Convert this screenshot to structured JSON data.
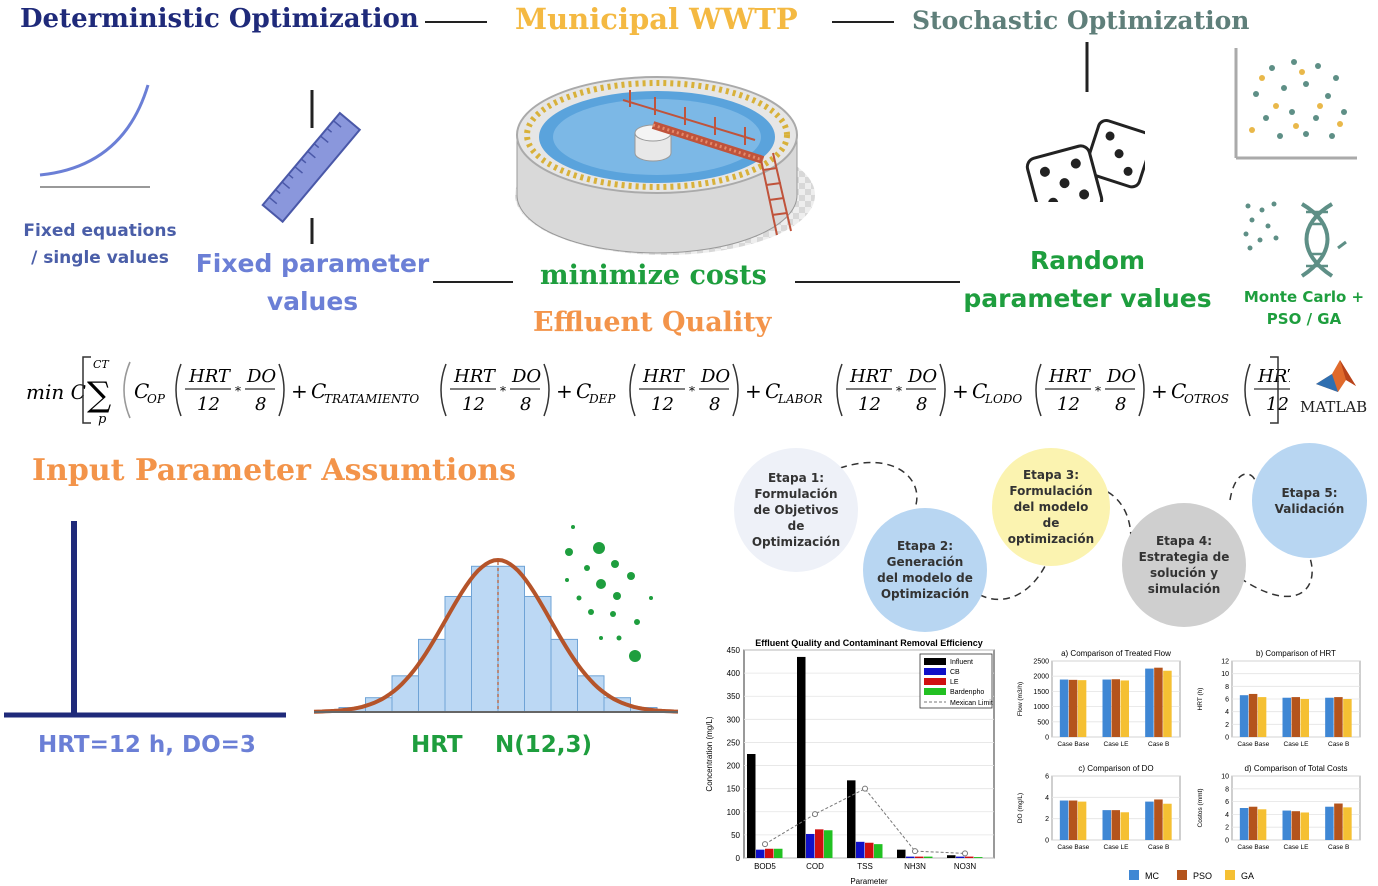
{
  "header": {
    "deterministic": "Deterministic Optimization",
    "municipal": "Municipal WWTP",
    "stochastic": "Stochastic Optimization"
  },
  "colors": {
    "navy": "#1f2a7a",
    "orange": "#f4b942",
    "slate": "#5f7f7a",
    "green": "#1e9e3e",
    "blue": "#6b7fd6",
    "brown": "#b5542a"
  },
  "left": {
    "fixed_eq_line1": "Fixed equations",
    "fixed_eq_line2": "/ single values",
    "fixed_param_line1": "Fixed parameter",
    "fixed_param_line2": "values"
  },
  "center": {
    "minimize": "minimize costs",
    "effluent": "Effluent Quality"
  },
  "right": {
    "random_line1": "Random",
    "random_line2": "parameter values",
    "mc_line1": "Monte Carlo +",
    "mc_line2": "PSO / GA"
  },
  "equation": {
    "min_c": "min C",
    "sum_top": "CT",
    "sum_bottom": "p",
    "frac_hrt": "HRT",
    "frac_12": "12",
    "frac_do": "DO",
    "frac_8": "8",
    "terms": [
      {
        "c": "C",
        "sub": "OP"
      },
      {
        "c": "C",
        "sub": "TRATAMIENTO"
      },
      {
        "c": "C",
        "sub": "DEP"
      },
      {
        "c": "C",
        "sub": "LABOR"
      },
      {
        "c": "C",
        "sub": "LODO"
      },
      {
        "c": "C",
        "sub": "OTROS"
      }
    ],
    "matlab": "MATLAB"
  },
  "input": {
    "title": "Input Parameter Assumtions",
    "fixed_label": "HRT=12 h, DO=3",
    "hrt": "HRT",
    "normal": "N(12,3)"
  },
  "stages": [
    {
      "text": "Etapa 1:\nFormulación\nde Objetivos\nde\nOptimización"
    },
    {
      "text": "Etapa 2:\nGeneración\ndel modelo de\nOptimización"
    },
    {
      "text": "Etapa 3:\nFormulación\ndel modelo\nde\noptimización"
    },
    {
      "text": "Etapa 4:\nEstrategia de\nsolución y\nsimulación"
    },
    {
      "text": "Etapa 5:\nValidación"
    }
  ],
  "chart_data": [
    {
      "type": "bar",
      "title": "Effluent Quality and Contaminant Removal Efficiency",
      "xlabel": "Parameter",
      "ylabel": "Concentration (mg/L)",
      "ylim": [
        0,
        450
      ],
      "yticks": [
        0,
        50,
        100,
        150,
        200,
        250,
        300,
        350,
        400,
        450
      ],
      "categories": [
        "BOD5",
        "COD",
        "TSS",
        "NH3N",
        "NO3N"
      ],
      "series": [
        {
          "name": "Influent",
          "color": "#000000",
          "values": [
            225,
            435,
            168,
            18,
            6
          ]
        },
        {
          "name": "CB",
          "color": "#1010c8",
          "values": [
            18,
            52,
            35,
            3,
            3
          ]
        },
        {
          "name": "LE",
          "color": "#d01010",
          "values": [
            20,
            62,
            33,
            3,
            3
          ]
        },
        {
          "name": "Bardenpho",
          "color": "#22c022",
          "values": [
            20,
            60,
            30,
            3,
            2
          ]
        }
      ],
      "line": {
        "name": "Mexican Limit",
        "values": [
          30,
          95,
          150,
          15,
          10
        ]
      },
      "legend": "top-right"
    },
    {
      "type": "bar",
      "title": "a) Comparison of Treated Flow",
      "ylabel": "Flow (m3/h)",
      "ylim": [
        0,
        2500
      ],
      "yticks": [
        0,
        500,
        1000,
        1500,
        2000,
        2500
      ],
      "categories": [
        "Case Base",
        "Case LE",
        "Case B"
      ],
      "series": [
        {
          "name": "MC",
          "values": [
            1890,
            1890,
            2250
          ]
        },
        {
          "name": "PSO",
          "values": [
            1880,
            1900,
            2280
          ]
        },
        {
          "name": "GA",
          "values": [
            1870,
            1860,
            2180
          ]
        }
      ]
    },
    {
      "type": "bar",
      "title": "b) Comparison of HRT",
      "ylabel": "HRT (h)",
      "ylim": [
        0,
        12
      ],
      "yticks": [
        0,
        2,
        4,
        6,
        8,
        10,
        12
      ],
      "categories": [
        "Case Base",
        "Case LE",
        "Case B"
      ],
      "series": [
        {
          "name": "MC",
          "values": [
            6.6,
            6.2,
            6.2
          ]
        },
        {
          "name": "PSO",
          "values": [
            6.8,
            6.3,
            6.3
          ]
        },
        {
          "name": "GA",
          "values": [
            6.3,
            6.0,
            6.0
          ]
        }
      ]
    },
    {
      "type": "bar",
      "title": "c) Comparison of DO",
      "ylabel": "DO (mg/L)",
      "ylim": [
        0,
        6
      ],
      "yticks": [
        0,
        2,
        4,
        6
      ],
      "categories": [
        "Case Base",
        "Case LE",
        "Case B"
      ],
      "series": [
        {
          "name": "MC",
          "values": [
            3.7,
            2.8,
            3.6
          ]
        },
        {
          "name": "PSO",
          "values": [
            3.7,
            2.8,
            3.8
          ]
        },
        {
          "name": "GA",
          "values": [
            3.6,
            2.6,
            3.4
          ]
        }
      ]
    },
    {
      "type": "bar",
      "title": "d) Comparison of Total Costs",
      "ylabel": "Costos (mmt)",
      "ylim": [
        0,
        10
      ],
      "yticks": [
        0,
        2,
        4,
        6,
        8,
        10
      ],
      "categories": [
        "Case Base",
        "Case LE",
        "Case B"
      ],
      "series": [
        {
          "name": "MC",
          "values": [
            5.0,
            4.6,
            5.2
          ]
        },
        {
          "name": "PSO",
          "values": [
            5.2,
            4.5,
            5.7
          ]
        },
        {
          "name": "GA",
          "values": [
            4.8,
            4.3,
            5.1
          ]
        }
      ]
    }
  ],
  "comparison_legend": [
    {
      "name": "MC",
      "color": "#3f87d4"
    },
    {
      "name": "PSO",
      "color": "#b4541c"
    },
    {
      "name": "GA",
      "color": "#f5c033"
    }
  ]
}
